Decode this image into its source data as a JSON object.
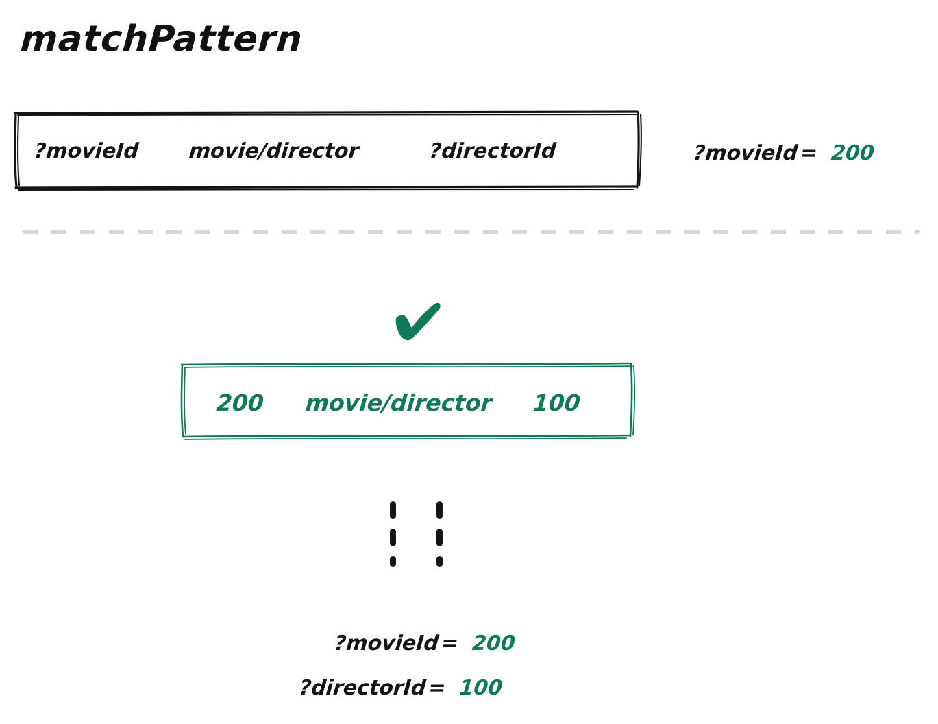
{
  "title": "matchPattern",
  "colors": {
    "ink": "#151515",
    "accent_green": "#0f7a5a",
    "divider_gray": "#d3d7de",
    "background": "#ffffff"
  },
  "pattern_box": {
    "label": "triple-pattern",
    "style": "hand-drawn rectangle, black stroke",
    "cells": {
      "subject": "?movieId",
      "predicate": "movie/director",
      "object": "?directorId"
    }
  },
  "input_binding": {
    "variable": "?movieId",
    "equals": "=",
    "value": "200"
  },
  "divider": {
    "style": "dashed",
    "color": "#d3d7de"
  },
  "match": {
    "icon": "check-icon",
    "icon_color": "#0f7a5a"
  },
  "result_box": {
    "label": "matched-triple",
    "style": "hand-drawn rectangle, green stroke",
    "cells": {
      "subject": "200",
      "predicate": "movie/director",
      "object": "100"
    }
  },
  "continuation": {
    "icon": "vertical-ellipsis",
    "dots_per_column": 3,
    "columns": 2
  },
  "output_bindings": [
    {
      "variable": "?movieId",
      "equals": "=",
      "value": "200"
    },
    {
      "variable": "?directorId",
      "equals": "=",
      "value": "100"
    }
  ]
}
